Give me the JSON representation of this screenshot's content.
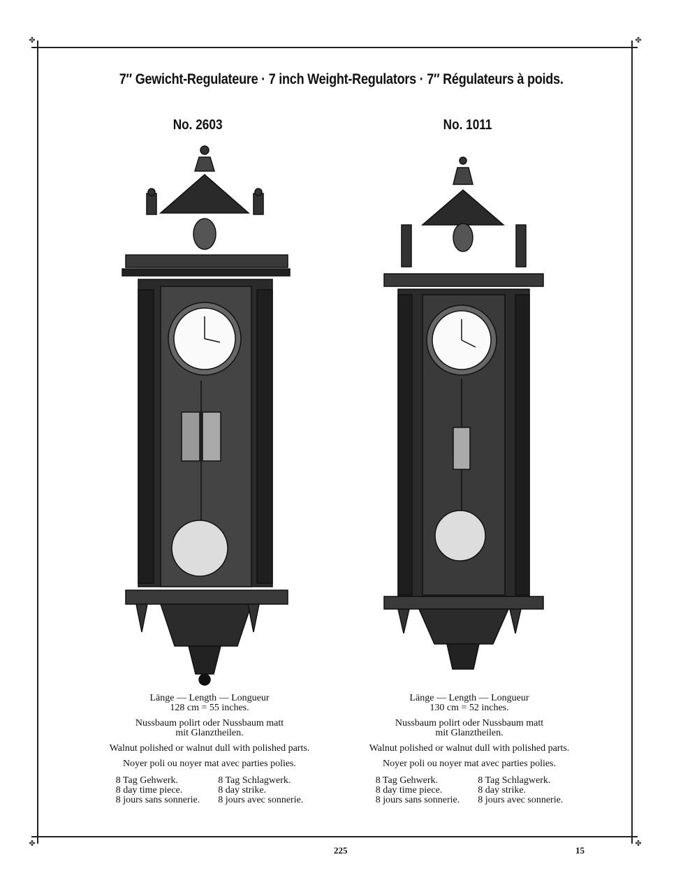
{
  "header": {
    "title": "7″ Gewicht-Regulateure  ·  7 inch Weight-Regulators  ·  7″ Régulateurs à poids."
  },
  "clocks": [
    {
      "model": "No. 2603",
      "length_label": "Länge — Length — Longueur",
      "length_value": "128 cm = 55 inches.",
      "material_de_1": "Nussbaum polirt oder Nussbaum matt",
      "material_de_2": "mit Glanztheilen.",
      "material_en": "Walnut polished or walnut dull with polished parts.",
      "material_fr": "Noyer poli ou noyer mat avec parties polies.",
      "spec_left": [
        "8 Tag Gehwerk.",
        "8 day time piece.",
        "8 jours sans sonnerie."
      ],
      "spec_right": [
        "8 Tag Schlagwerk.",
        "8 day strike.",
        "8 jours avec sonnerie."
      ]
    },
    {
      "model": "No. 1011",
      "length_label": "Länge — Length — Longueur",
      "length_value": "130 cm = 52 inches.",
      "material_de_1": "Nussbaum polirt oder Nussbaum matt",
      "material_de_2": "mit Glanztheilen.",
      "material_en": "Walnut polished or walnut dull with polished parts.",
      "material_fr": "Noyer poli ou noyer mat avec parties polies.",
      "spec_left": [
        "8 Tag Gehwerk.",
        "8 day time piece.",
        "8 jours sans sonnerie."
      ],
      "spec_right": [
        "8 Tag Schlagwerk.",
        "8 day strike.",
        "8 jours avec sonnerie."
      ]
    }
  ],
  "footer": {
    "page_center": "225",
    "page_right": "15"
  }
}
